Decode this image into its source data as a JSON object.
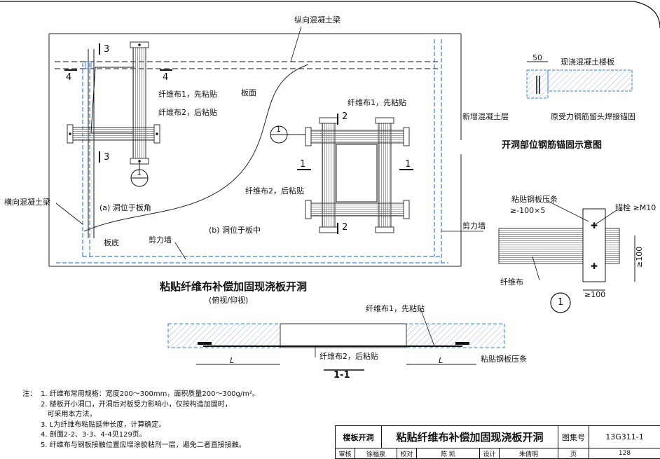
{
  "labels": {
    "long_beam": "纵向混凝土梁",
    "cast_slab": "现浇混凝土楼板",
    "lap_50": "50",
    "new_layer": "新增混凝土层",
    "orig_rebar": "原受力钢筋留头焊接锚固",
    "anchor_title": "开洞部位钢筋锚固示意图",
    "cfrp1_first_a": "纤维布1，先粘贴",
    "cfrp2_later_a": "纤维布2，后粘贴",
    "slab_face": "板面",
    "cfrp1_first_b": "纤维布1，先粘贴",
    "cfrp2_later_b": "纤维布2，后粘贴",
    "trans_beam": "横向混凝土梁",
    "case_a": "(a) 洞位于板角",
    "case_b": "(b) 洞位于板中",
    "slab_bottom": "板底",
    "shear_wall_a": "剪力墙",
    "shear_wall_b": "剪力墙",
    "main_title": "粘贴纤维布补偿加固现浇板开洞",
    "main_subtitle": "(俯视/仰视)",
    "steel_strip": "粘贴钢板压条",
    "steel_strip_size": "≥-100×5",
    "anchor_bolt": "锚栓 ≥M10",
    "cfrp_label": "纤维布",
    "dim_100_h": "≥100",
    "dim_100_v": "≥100",
    "detail_no": "1",
    "cfrp1_first_c": "纤维布1，先粘贴",
    "cfrp2_later_c": "纤维布2，后粘贴",
    "steel_strip_b": "粘贴钢板压条",
    "dim_L1": "L",
    "dim_L2": "L",
    "section_title": "1-1",
    "sec_3": "3",
    "sec_4": "4",
    "sec_1": "1",
    "sec_2": "2"
  },
  "notes": {
    "prefix": "注：",
    "lines": [
      "1. 纤维布常用规格：宽度200～300mm，面积质量200～300g/m²。",
      "2. 楼板开小洞口，开洞后对板受力影响小，仅按构造加固时，",
      "   可采用本方法。",
      "3. L为纤维布粘贴延伸长度，计算确定。",
      "4. 剖面2-2、3-3、4-4见129页。",
      "5. 纤维布与钢板接触位置应增涂胶粘剂一层，避免二者直接接触。"
    ]
  },
  "title_block": {
    "category": "楼板开洞",
    "title": "粘贴纤维布补偿加固现浇板开洞",
    "atlas_label": "图集号",
    "atlas_no": "13G311-1",
    "row2_cells": [
      "审核",
      "徐福泉",
      "校对",
      "陈 凯",
      "设计",
      "朱倩明",
      "页",
      "128"
    ]
  }
}
